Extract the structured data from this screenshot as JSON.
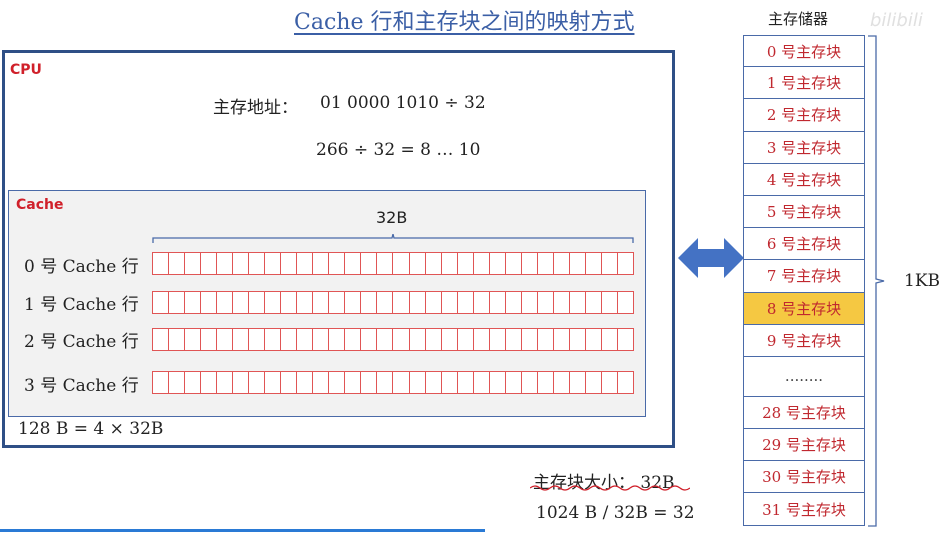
{
  "title": "Cache 行和主存块之间的映射方式",
  "cpu": {
    "label": "CPU",
    "address_label": "主存地址：",
    "address_value": "01 0000 1010  ÷ 32",
    "calc": "266 ÷ 32 = 8 … 10"
  },
  "cache": {
    "label": "Cache",
    "line_width_label": "32B",
    "cells_per_row": 30,
    "rows": [
      {
        "label": "0 号 Cache 行"
      },
      {
        "label": "1 号 Cache 行"
      },
      {
        "label": "2 号 Cache 行"
      },
      {
        "label": "3 号 Cache 行"
      }
    ],
    "total": "128 B = 4 × 32B"
  },
  "memory": {
    "title": "主存储器",
    "watermark": "bilibili",
    "blocks": [
      "0 号主存块",
      "1 号主存块",
      "2 号主存块",
      "3 号主存块",
      "4 号主存块",
      "5 号主存块",
      "6 号主存块",
      "7 号主存块",
      "8 号主存块",
      "9 号主存块",
      "........",
      "28 号主存块",
      "29 号主存块",
      "30 号主存块",
      "31 号主存块"
    ],
    "highlighted_index": 8,
    "highlight_color": "#f5c842",
    "total_label": "1KB",
    "block_size": "主存块大小：  32B",
    "block_count": "1024 B / 32B = 32"
  },
  "colors": {
    "frame": "#2f4f86",
    "title": "#3b5fa6",
    "red": "#d0202a",
    "arrow": "#4472c4"
  }
}
